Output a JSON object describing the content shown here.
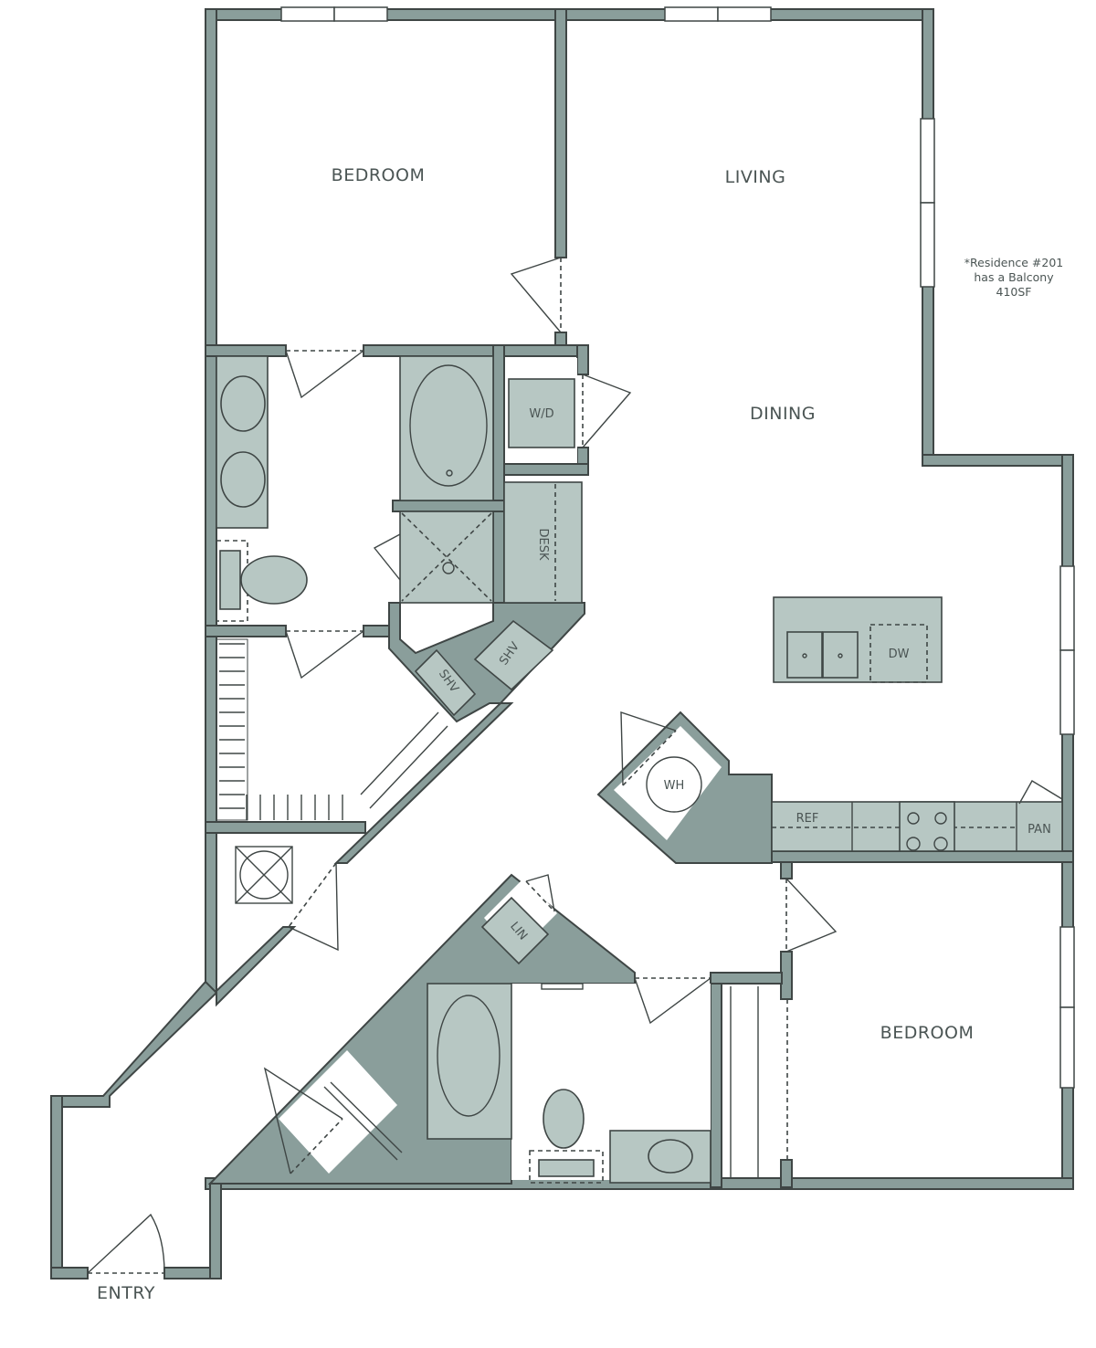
{
  "plan": {
    "rooms": {
      "bedroom_1": "BEDROOM",
      "living": "LIVING",
      "dining": "DINING",
      "bedroom_2": "BEDROOM",
      "entry": "ENTRY"
    },
    "fixtures": {
      "washer_dryer": "W/D",
      "desk": "DESK",
      "shelving_1": "SHV",
      "shelving_2": "SHV",
      "dishwasher": "DW",
      "water_heater": "WH",
      "refrigerator": "REF",
      "pantry": "PAN",
      "linen": "LIN"
    },
    "note": {
      "line1": "*Residence #201",
      "line2": "has a Balcony",
      "line3": "410SF"
    },
    "colors": {
      "wall": "#8a9e9b",
      "fixture": "#b7c7c3",
      "outline": "#3f4645",
      "text": "#4b5554"
    }
  }
}
